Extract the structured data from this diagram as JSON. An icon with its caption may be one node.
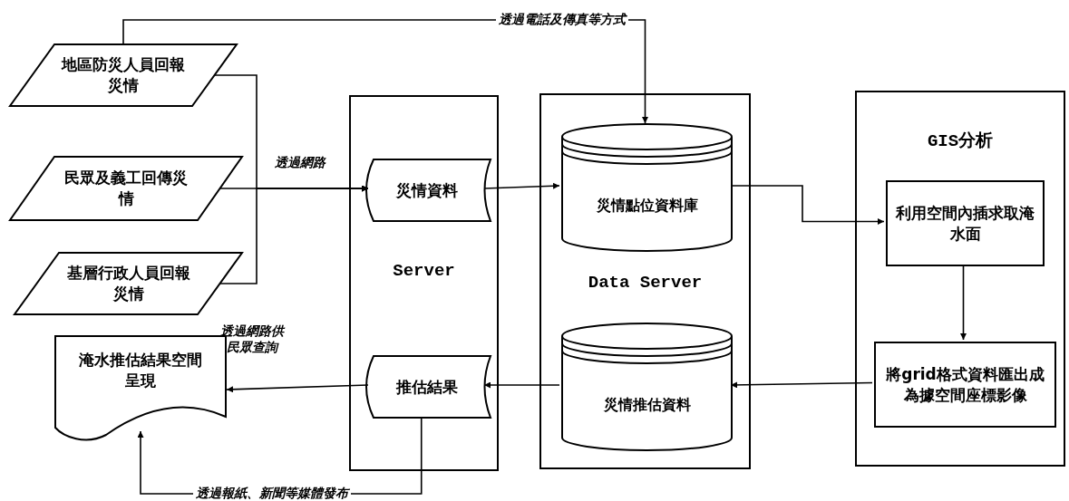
{
  "diagram": {
    "nodes": [
      {
        "text": [
          "地區防災人員回報災情"
        ]
      },
      {
        "text": [
          "民眾及義工回傳災情"
        ]
      },
      {
        "text": [
          "基層行政人員回報災情"
        ]
      },
      {
        "text": [
          "Server"
        ]
      },
      {
        "text": [
          "災情資料"
        ],
        "in": 3
      },
      {
        "text": [
          "推估結果"
        ],
        "in": 3
      },
      {
        "text": [
          "Data Server"
        ]
      },
      {
        "text": [
          "災情點位資料庫"
        ],
        "in": 6
      },
      {
        "text": [
          "災情推估資料"
        ],
        "in": 6
      },
      {
        "text": [
          "GIS分析"
        ]
      },
      {
        "text": [
          "利用空間內插求取淹水面"
        ],
        "in": 9
      },
      {
        "text": [
          "將grid格式資料匯出成為據空間座標影像"
        ],
        "in": 9
      },
      {
        "text": [
          "淹水推估結果空間呈現"
        ]
      }
    ],
    "edges": [
      {
        "from": 0,
        "to": 7,
        "arrow": "to",
        "label": "透過電話及傳真等方式"
      },
      {
        "from": 0,
        "to": 4,
        "arrow": "to",
        "label": "透過網路"
      },
      {
        "from": 1,
        "to": 4,
        "arrow": "to"
      },
      {
        "from": 2,
        "to": 4,
        "arrow": "to"
      },
      {
        "from": 4,
        "to": 7,
        "arrow": "to"
      },
      {
        "from": 7,
        "to": 10,
        "arrow": "to"
      },
      {
        "from": 10,
        "to": 11,
        "arrow": "to"
      },
      {
        "from": 11,
        "to": 8,
        "arrow": "to"
      },
      {
        "from": 8,
        "to": 5,
        "arrow": "to"
      },
      {
        "from": 5,
        "to": 12,
        "arrow": "to",
        "label": "透過網路供民眾查詢"
      },
      {
        "from": 5,
        "to": 12,
        "arrow": "to",
        "label": "透過報紙、新聞等媒體發布"
      }
    ]
  }
}
